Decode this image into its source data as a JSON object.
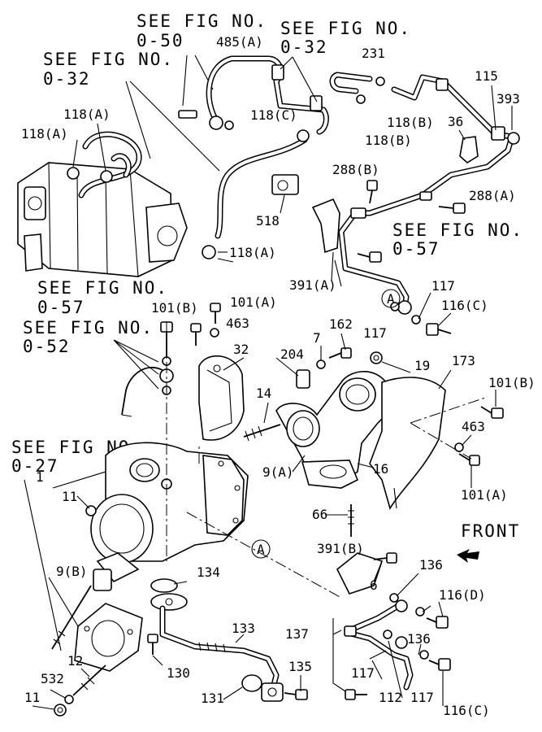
{
  "see_fig": [
    {
      "id": "sf1",
      "line1": "SEE FIG NO.",
      "line2": "0-50"
    },
    {
      "id": "sf2",
      "line1": "SEE FIG NO.",
      "line2": "0-32"
    },
    {
      "id": "sf3",
      "line1": "SEE FIG NO.",
      "line2": "0-32"
    },
    {
      "id": "sf4",
      "line1": "SEE FIG NO.",
      "line2": "0-57"
    },
    {
      "id": "sf5",
      "line1": "SEE FIG NO.",
      "line2": "0-57"
    },
    {
      "id": "sf6",
      "line1": "SEE FIG NO.",
      "line2": "0-52"
    },
    {
      "id": "sf7",
      "line1": "SEE FIG NO.",
      "line2": "0-27"
    }
  ],
  "front_label": "FRONT",
  "circle_marker": "A",
  "callouts": [
    "485(A)",
    "231",
    "115",
    "393",
    "118(A)",
    "118(A)",
    "118(C)",
    "118(B)",
    "118(B)",
    "36",
    "288(B)",
    "288(A)",
    "518",
    "118(A)",
    "391(A)",
    "117",
    "116(C)",
    "117",
    "101(B)",
    "101(A)",
    "463",
    "162",
    "7",
    "204",
    "19",
    "173",
    "32",
    "14",
    "101(B)",
    "463",
    "101(A)",
    "9(A)",
    "16",
    "66",
    "1",
    "11",
    "9(B)",
    "391(B)",
    "136",
    "134",
    "6",
    "116(D)",
    "133",
    "137",
    "136",
    "12",
    "532",
    "130",
    "131",
    "135",
    "117",
    "112",
    "117",
    "116(C)",
    "11"
  ]
}
